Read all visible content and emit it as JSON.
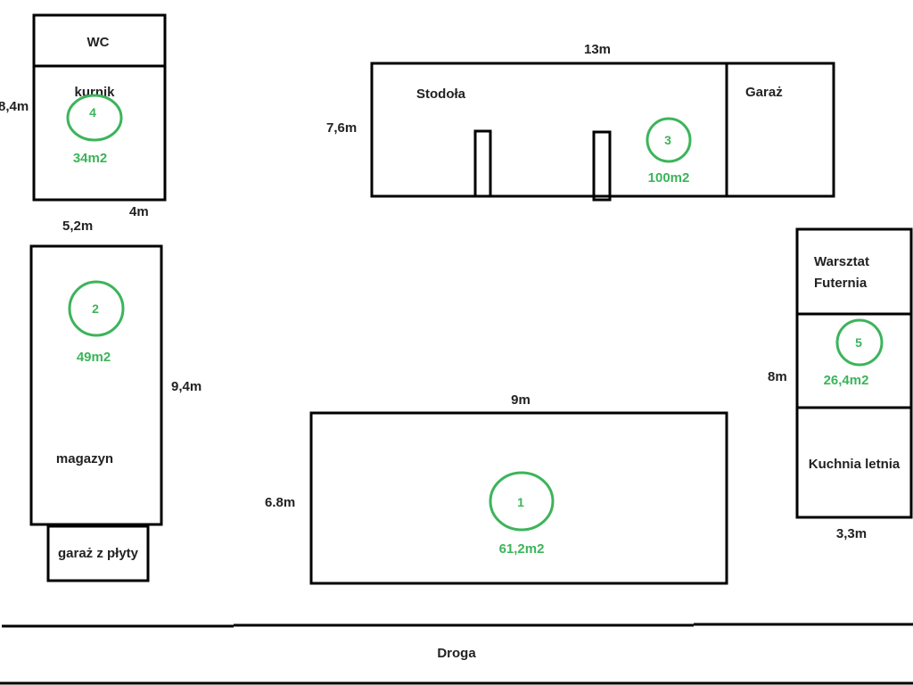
{
  "colors": {
    "line": "#000000",
    "text": "#222222",
    "marker": "#3cb45a"
  },
  "buildings": {
    "wc": "WC",
    "kurnik": "kurnik",
    "stodola": "Stodoła",
    "garaz": "Garaż",
    "magazyn": "magazyn",
    "garaz_z_plyty": "garaż z płyty",
    "warsztat_line1": "Warsztat",
    "warsztat_line2": "Futernia",
    "kuchnia_letnia": "Kuchnia letnia"
  },
  "dimensions": {
    "kurnik_height": "8,4m",
    "kurnik_width": "4m",
    "magazyn_width": "5,2m",
    "magazyn_height": "9,4m",
    "stodola_width": "13m",
    "stodola_height": "7,6m",
    "house_width": "9m",
    "house_height": "6.8m",
    "warsztat_height": "8m",
    "warsztat_width": "3,3m"
  },
  "markers": [
    {
      "id": "1",
      "area": "61,2m2"
    },
    {
      "id": "2",
      "area": "49m2"
    },
    {
      "id": "3",
      "area": "100m2"
    },
    {
      "id": "4",
      "area": "34m2"
    },
    {
      "id": "5",
      "area": "26,4m2"
    }
  ],
  "road": "Droga"
}
